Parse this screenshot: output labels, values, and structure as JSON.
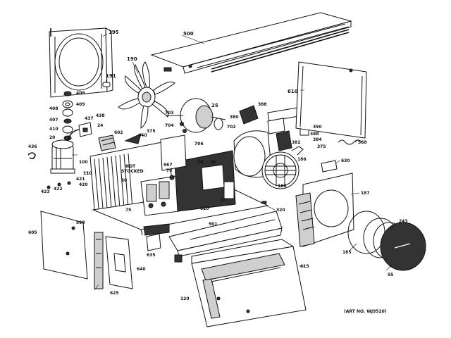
{
  "art_number": "(ART NO. WJ9520)",
  "labels": {
    "l195": "195",
    "l500": "500",
    "l190": "190",
    "l191": "191",
    "l408a": "408",
    "l408b": "408",
    "l409": "409",
    "l407": "407",
    "l410": "410",
    "l20": "20",
    "l437": "437",
    "l438": "438",
    "l24": "24",
    "l703": "703",
    "l704": "704",
    "l702": "702",
    "l25": "25",
    "l388a": "388",
    "l380": "380",
    "l390": "390",
    "l388b": "388",
    "l384": "384",
    "l382": "382",
    "l375a": "375",
    "l375b": "375",
    "l610": "610",
    "l568": "568",
    "l602": "602",
    "l440": "440",
    "l706": "706",
    "l436": "436",
    "l100": "100",
    "l110": "110",
    "l423": "423",
    "l422": "422",
    "l421": "421",
    "l420": "420",
    "lnot": "NOT",
    "lstocked": "STOCKED",
    "l60": "60",
    "l967": "967",
    "l79": "79",
    "l75": "75",
    "l54": "54",
    "l36": "36",
    "l620": "620",
    "l10": "10",
    "l186": "186",
    "l180": "180",
    "l630": "630",
    "l187": "187",
    "l320": "320",
    "l998": "998",
    "l605": "605",
    "l901": "901",
    "l635": "635",
    "l640": "640",
    "l625": "625",
    "l615": "615",
    "l120": "120",
    "l185": "185",
    "l243": "243",
    "l55": "55"
  }
}
